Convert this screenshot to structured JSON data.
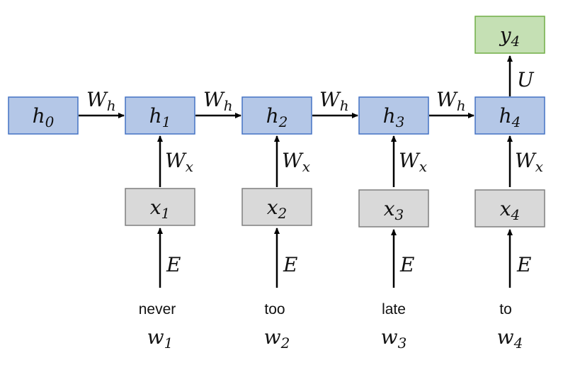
{
  "colors": {
    "hidden_fill": "#b4c7e7",
    "hidden_stroke": "#4472c4",
    "input_fill": "#d9d9d9",
    "input_stroke": "#7f7f7f",
    "output_fill": "#c5e0b4",
    "output_stroke": "#70ad47",
    "arrow": "#000000"
  },
  "hidden_states": [
    {
      "base": "h",
      "sub": "0"
    },
    {
      "base": "h",
      "sub": "1"
    },
    {
      "base": "h",
      "sub": "2"
    },
    {
      "base": "h",
      "sub": "3"
    },
    {
      "base": "h",
      "sub": "4"
    }
  ],
  "inputs": [
    {
      "base": "x",
      "sub": "1"
    },
    {
      "base": "x",
      "sub": "2"
    },
    {
      "base": "x",
      "sub": "3"
    },
    {
      "base": "x",
      "sub": "4"
    }
  ],
  "output": {
    "base": "y",
    "sub": "4"
  },
  "recurrent_weight": {
    "base": "W",
    "sub": "h"
  },
  "input_weight": {
    "base": "W",
    "sub": "x"
  },
  "output_weight": "U",
  "embedding_label": "E",
  "words": [
    "never",
    "too",
    "late",
    "to"
  ],
  "word_vars": [
    {
      "base": "w",
      "sub": "1"
    },
    {
      "base": "w",
      "sub": "2"
    },
    {
      "base": "w",
      "sub": "3"
    },
    {
      "base": "w",
      "sub": "4"
    }
  ]
}
